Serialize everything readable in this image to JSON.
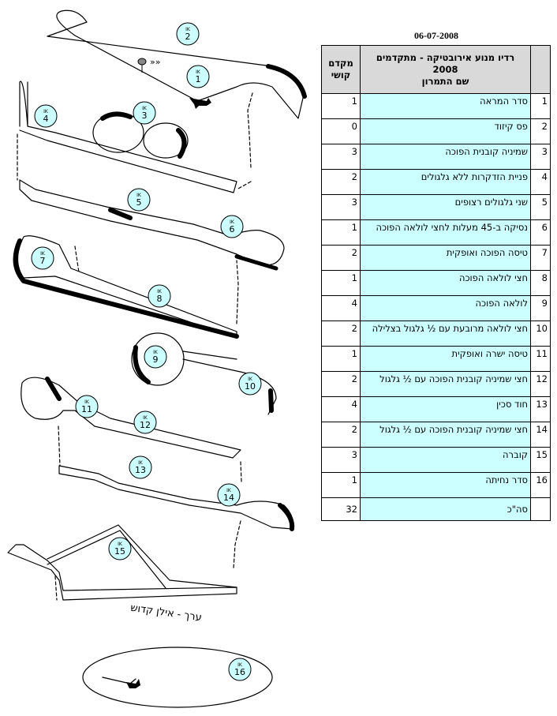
{
  "date": "06-07-2008",
  "table": {
    "header": {
      "line1": "רדיו מנוע אירובטיקה - מתקדמים",
      "line2": "2008",
      "line3": "שם התמרון",
      "difficulty_line1": "מקדם",
      "difficulty_line2": "קושי"
    },
    "rows": [
      {
        "num": "1",
        "name": "סדר המראה",
        "score": "1"
      },
      {
        "num": "2",
        "name": "פס קיזוד",
        "score": "0"
      },
      {
        "num": "3",
        "name": "שמיניה קובנית הפוכה",
        "score": "3"
      },
      {
        "num": "4",
        "name": "פניית הזדקרות ללא גלגולים",
        "score": "2"
      },
      {
        "num": "5",
        "name": "שני גלגולים רצופים",
        "score": "3"
      },
      {
        "num": "6",
        "name": "נסיקה ב-45 מעלות לחצי לולאה הפוכה",
        "score": "1"
      },
      {
        "num": "7",
        "name": "טיסה הפוכה ואופקית",
        "score": "2"
      },
      {
        "num": "8",
        "name": "חצי לולאה הפוכה",
        "score": "1"
      },
      {
        "num": "9",
        "name": "לולאה הפוכה",
        "score": "4"
      },
      {
        "num": "10",
        "name": "חצי לולאה מרובעת עם ½ גלגול בצלילה",
        "score": "2"
      },
      {
        "num": "11",
        "name": "טיסה ישרה ואופקית",
        "score": "1"
      },
      {
        "num": "12",
        "name": "חצי שמיניה קובנית הפוכה עם ½ גלגול",
        "score": "2"
      },
      {
        "num": "13",
        "name": "חוד סכין",
        "score": "4"
      },
      {
        "num": "14",
        "name": "חצי שמיניה קובנית הפוכה עם ½ גלגול",
        "score": "2"
      },
      {
        "num": "15",
        "name": "קוברה",
        "score": "3"
      },
      {
        "num": "16",
        "name": "סדר נחיתה",
        "score": "1"
      }
    ],
    "total": {
      "label": "סה\"כ",
      "score": "32"
    }
  },
  "diagram": {
    "badge_prefix": "IK",
    "markers": [
      "1",
      "2",
      "3",
      "4",
      "5",
      "6",
      "7",
      "8",
      "9",
      "10",
      "11",
      "12",
      "13",
      "14",
      "15",
      "16"
    ],
    "credit": "ערך - אילן קדוש",
    "wind_symbol": "»»"
  }
}
